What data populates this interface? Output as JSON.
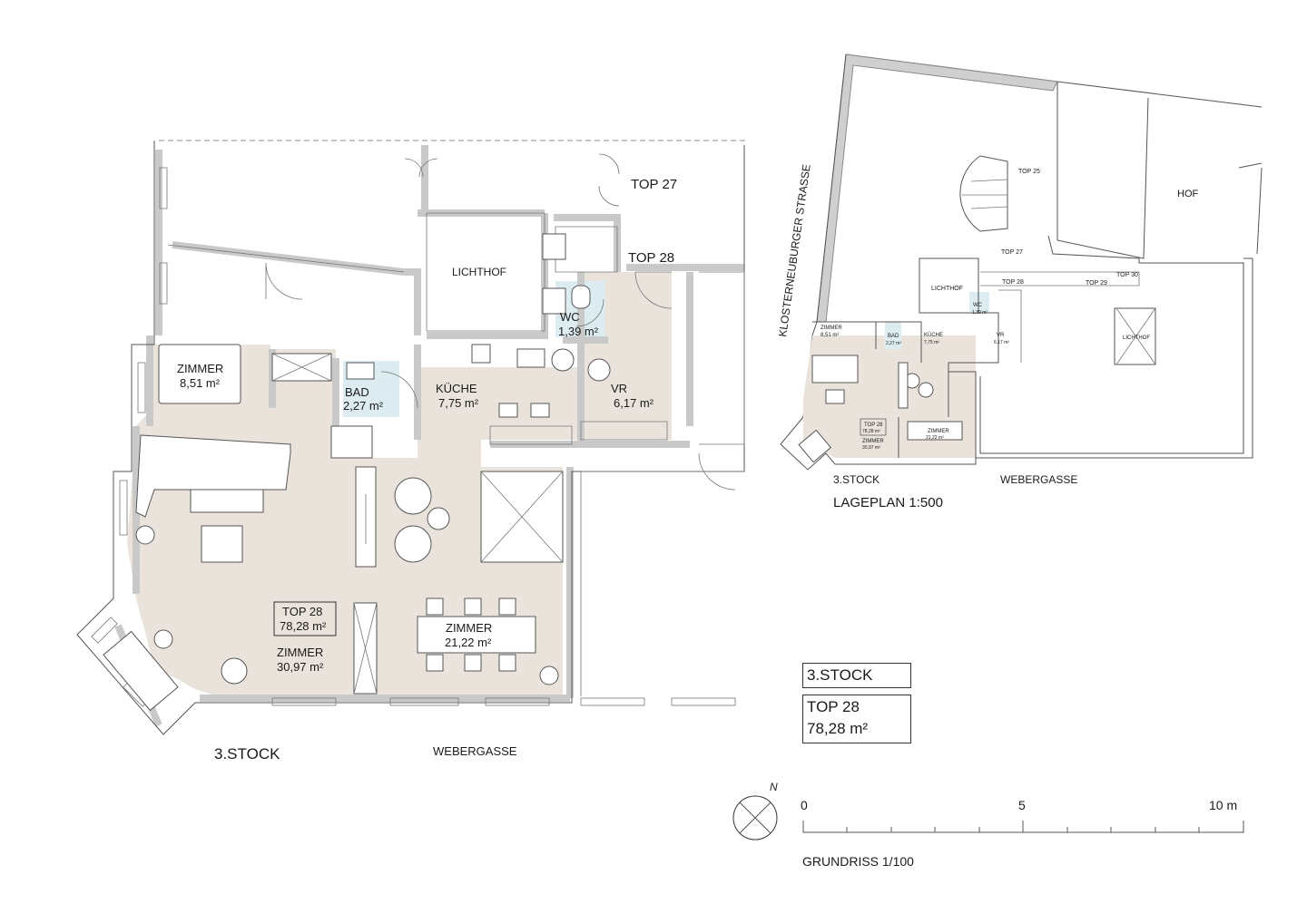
{
  "plan": {
    "neighbor_unit": "TOP 27",
    "unit": "TOP 28",
    "rooms": [
      {
        "id": "zimmer_small",
        "name": "ZIMMER",
        "area": "8,51 m²"
      },
      {
        "id": "bad",
        "name": "BAD",
        "area": "2,27 m²"
      },
      {
        "id": "lichthof",
        "name": "LICHTHOF",
        "area": ""
      },
      {
        "id": "wc",
        "name": "WC",
        "area": "1,39 m²"
      },
      {
        "id": "kueche",
        "name": "KÜCHE",
        "area": "7,75 m²"
      },
      {
        "id": "vr",
        "name": "VR",
        "area": "6,17 m²"
      },
      {
        "id": "zimmer_living",
        "name": "ZIMMER",
        "area": "30,97 m²"
      },
      {
        "id": "zimmer_dining",
        "name": "ZIMMER",
        "area": "21,22 m²"
      }
    ],
    "unit_box": {
      "name": "TOP 28",
      "area": "78,28 m²"
    },
    "floor_label": "3.STOCK",
    "street_label": "WEBERGASSE"
  },
  "site": {
    "street_west": "KLOSTERNEUBURGER STRASSE",
    "street_south": "WEBERGASSE",
    "courtyard": "HOF",
    "lightwell": "LICHTHOF",
    "lightwell_small": "LICHTHOF",
    "units": [
      "TOP 25",
      "TOP 27",
      "TOP 28",
      "TOP 29",
      "TOP 30"
    ],
    "mini_rooms": [
      {
        "name": "ZIMMER",
        "area": "8,51 m²"
      },
      {
        "name": "BAD",
        "area": "2,27 m²"
      },
      {
        "name": "KÜCHE",
        "area": "7,75 m²"
      },
      {
        "name": "WC",
        "area": "1,39 m²"
      },
      {
        "name": "VR",
        "area": "6,17 m²"
      },
      {
        "name": "ZIMMER",
        "area": "21,22 m²"
      },
      {
        "name": "ZIMMER",
        "area": "30,97 m²"
      }
    ],
    "mini_unit": {
      "name": "TOP 28",
      "area": "78,28 m²"
    },
    "floor_label": "3.STOCK",
    "scale_label": "LAGEPLAN 1:500"
  },
  "legend": {
    "floor": "3.STOCK",
    "unit": "TOP 28",
    "area": "78,28 m²"
  },
  "scale": {
    "north": "N",
    "ticks": [
      "0",
      "5",
      "10 m"
    ],
    "label": "GRUNDRISS 1/100"
  },
  "colors": {
    "room_fill": "#e9e3db",
    "wet_fill": "#dcecf1",
    "wall": "#cfcfcf"
  }
}
